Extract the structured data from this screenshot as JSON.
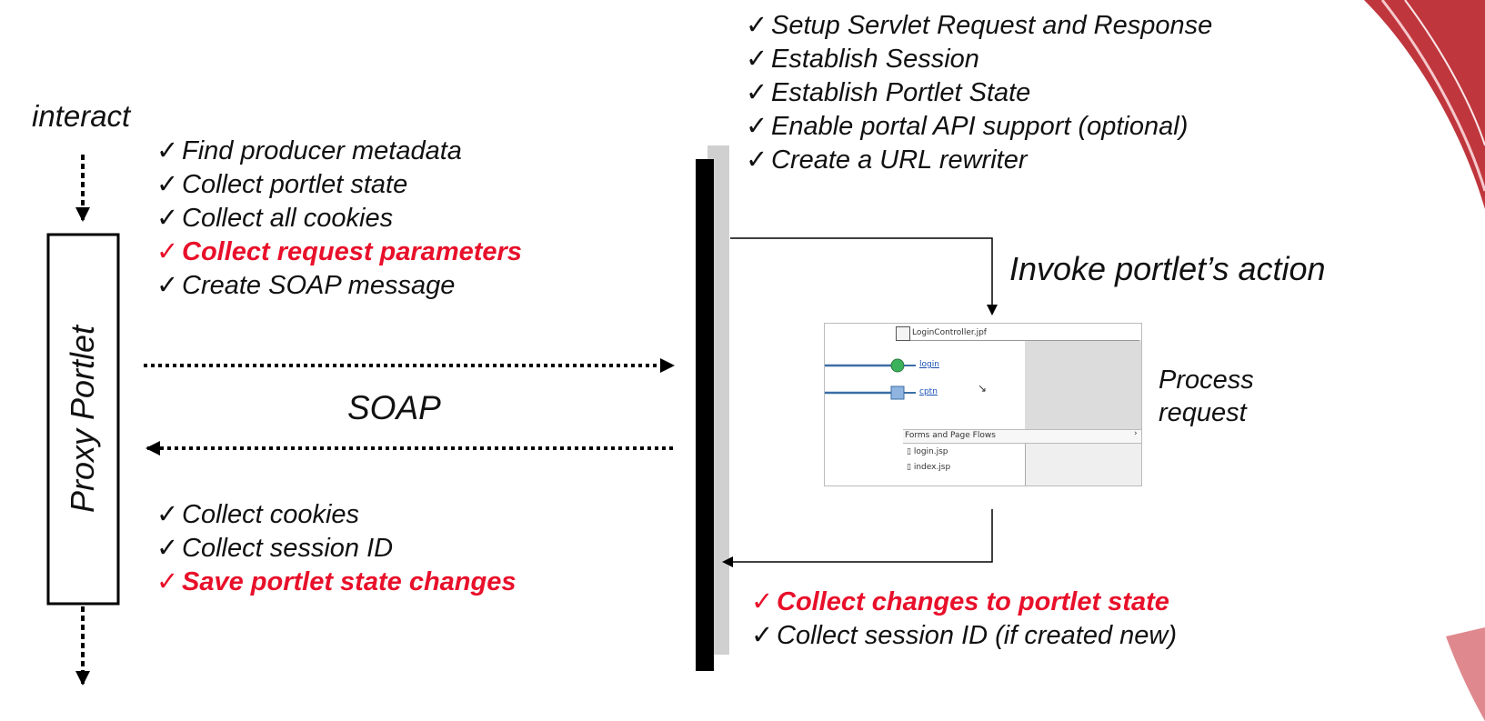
{
  "consumer": {
    "interact_label": "interact",
    "proxy_portlet_label": "Proxy Portlet",
    "request_steps": [
      {
        "text": "Find producer metadata",
        "highlight": false
      },
      {
        "text": "Collect portlet state",
        "highlight": false
      },
      {
        "text": "Collect all cookies",
        "highlight": false
      },
      {
        "text": "Collect request parameters",
        "highlight": true
      },
      {
        "text": "Create SOAP message",
        "highlight": false
      }
    ],
    "response_steps": [
      {
        "text": "Collect cookies",
        "highlight": false
      },
      {
        "text": "Collect session ID",
        "highlight": false
      },
      {
        "text": "Save portlet state changes",
        "highlight": true
      }
    ]
  },
  "transport": {
    "soap_label": "SOAP"
  },
  "producer": {
    "setup_steps": [
      {
        "text": "Setup Servlet Request and Response",
        "highlight": false
      },
      {
        "text": "Establish Session",
        "highlight": false
      },
      {
        "text": "Establish Portlet State",
        "highlight": false
      },
      {
        "text": "Enable portal API support (optional)",
        "highlight": false
      },
      {
        "text": "Create a URL rewriter",
        "highlight": false
      }
    ],
    "invoke_label": "Invoke portlet’s action",
    "process_label_line1": "Process",
    "process_label_line2": "request",
    "finish_steps": [
      {
        "text": "Collect changes to portlet state",
        "highlight": true
      },
      {
        "text": "Collect session ID (if created new)",
        "highlight": false
      }
    ]
  },
  "thumbnail": {
    "file_title": "LoginController.jpf",
    "action_1": "login",
    "action_2": "cptn",
    "section_label": "Forms and Page Flows",
    "file_1": "login.jsp",
    "file_2": "index.jsp"
  },
  "check_mark": "✓",
  "colors": {
    "highlight": "#e8102a",
    "text": "#111111",
    "arrow": "#000000",
    "thumb_line": "#3a6ea5"
  }
}
